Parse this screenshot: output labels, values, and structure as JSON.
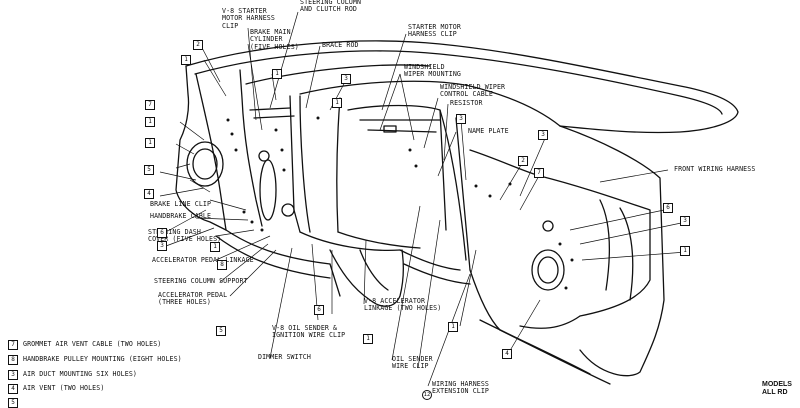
{
  "callouts": {
    "steering_column": "STEERING COLUMN\nAND CLUTCH ROD",
    "starter_harness": "V-8 STARTER\nMOTOR HARNESS\nCLIP",
    "brake_master": "BRAKE MAIN\nCYLINDER\n(FIVE HOLES)",
    "brace_rod": "BRACE ROD",
    "starter_clip": "STARTER MOTOR\nHARNESS CLIP",
    "windshield_wiper": "WINDSHIELD\nWIPER MOUNTING",
    "wiper_cable": "WINDSHIELD WIPER\nCONTROL CABLE",
    "resistor": "RESISTOR",
    "name_plate": "NAME PLATE",
    "front_wiring": "FRONT WIRING HARNESS",
    "brake_line": "BRAKE LINE CLIP",
    "handbrake_cable": "HANDBRAKE CABLE",
    "steering_dash": "STEERING DASH\nCOVER (FIVE HOLES)",
    "accel_linkage_left": "ACCELERATOR PEDAL LINKAGE",
    "column_support": "STEERING COLUMN SUPPORT",
    "accel_pedal": "ACCELERATOR PEDAL\n(THREE HOLES)",
    "oil_sender": "V-8 OIL SENDER &\nIGNITION WIRE CLIP",
    "dimmer": "DIMMER SWITCH",
    "v8_accel": "V-8 ACCELERATOR\nLINKAGE (TWO HOLES)",
    "oil_sender_clip": "OIL SENDER\nWIRE CLIP",
    "wiring_ext": "WIRING HARNESS\nEXTENSION CLIP",
    "wiring_ext_num": "12"
  },
  "box_numbers": {
    "b1": "2",
    "b2": "1",
    "b3": "1",
    "b4": "3",
    "b5": "1",
    "b6": "7",
    "b7": "1",
    "b8": "1",
    "b9": "5",
    "b10": "4",
    "b11": "6",
    "b12": "3",
    "b13": "3",
    "b14": "3",
    "b15": "2",
    "b16": "7",
    "b17": "6",
    "b18": "3",
    "b19": "1",
    "b20": "5",
    "b21": "6",
    "b22": "4",
    "b23": "1",
    "b24": "1",
    "b25": "8",
    "b26": "1"
  },
  "legend": [
    {
      "num": "7",
      "text": "GROMMET AIR VENT CABLE (TWO HOLES)"
    },
    {
      "num": "8",
      "text": "HANDBRAKE PULLEY MOUNTING (EIGHT HOLES)"
    },
    {
      "num": "3",
      "text": "AIR DUCT MOUNTING SIX HOLES)"
    },
    {
      "num": "4",
      "text": "AIR VENT (TWO HOLES)"
    },
    {
      "num": "5",
      "text": ""
    }
  ],
  "models": {
    "line1": "MODELS",
    "line2": "ALL RD"
  }
}
